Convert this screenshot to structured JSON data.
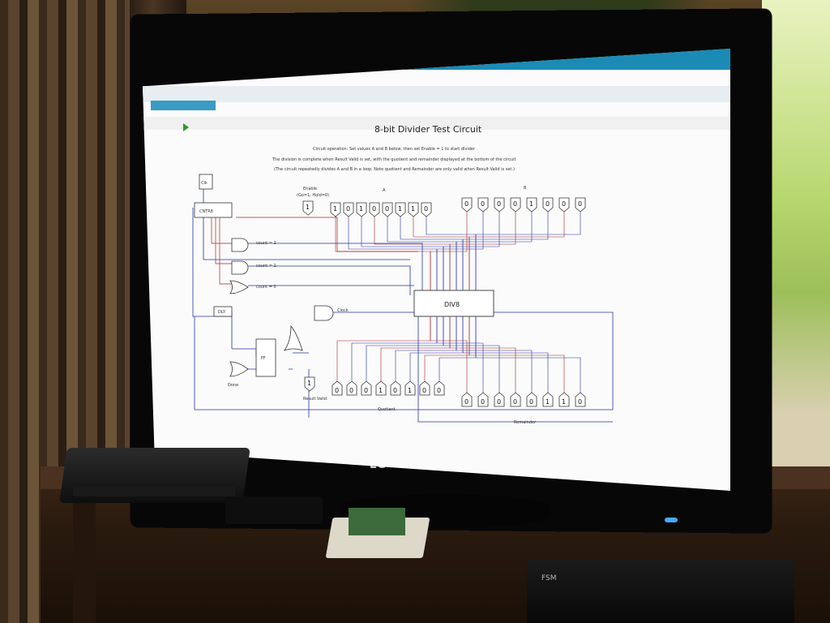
{
  "scene": {
    "tv_brand": "LG",
    "dvd_brand": "FSM"
  },
  "document": {
    "title": "8-bit Divider Test Circuit",
    "instructions": [
      "Circuit operation:  Set values A and B below, then set Enable = 1 to start divider",
      "The division is complete when Result Valid is set, with the quotient and remainder displayed at the bottom of the circuit",
      "(The circuit repeatedly divides A and B in a loop. Note quotient and Remainder are only valid when Result Valid is set.)"
    ]
  },
  "circuit": {
    "components": {
      "clk": "Clk",
      "counter": "CNTR8",
      "count2": "count = 2",
      "count1": "count = 1",
      "count0": "count = 0",
      "dly": "DLY",
      "ff": "FF",
      "done": "Done",
      "clock": "Clock",
      "div8": "DIV8"
    },
    "enable_label": "Enable",
    "enable_note": "(Go=1, Hold=0)",
    "enable_value": "1",
    "a_label": "A",
    "b_label": "B",
    "a_bits": [
      "1",
      "0",
      "1",
      "0",
      "0",
      "1",
      "1",
      "0"
    ],
    "b_bits": [
      "0",
      "0",
      "0",
      "0",
      "1",
      "0",
      "0",
      "0"
    ],
    "result_valid_label": "Result Valid",
    "result_valid_value": "1",
    "quotient_label": "Quotient",
    "quotient_bits": [
      "0",
      "0",
      "0",
      "1",
      "0",
      "1",
      "0",
      "0"
    ],
    "remainder_label": "Remainder",
    "remainder_bits": [
      "0",
      "0",
      "0",
      "0",
      "0",
      "1",
      "1",
      "0"
    ]
  }
}
